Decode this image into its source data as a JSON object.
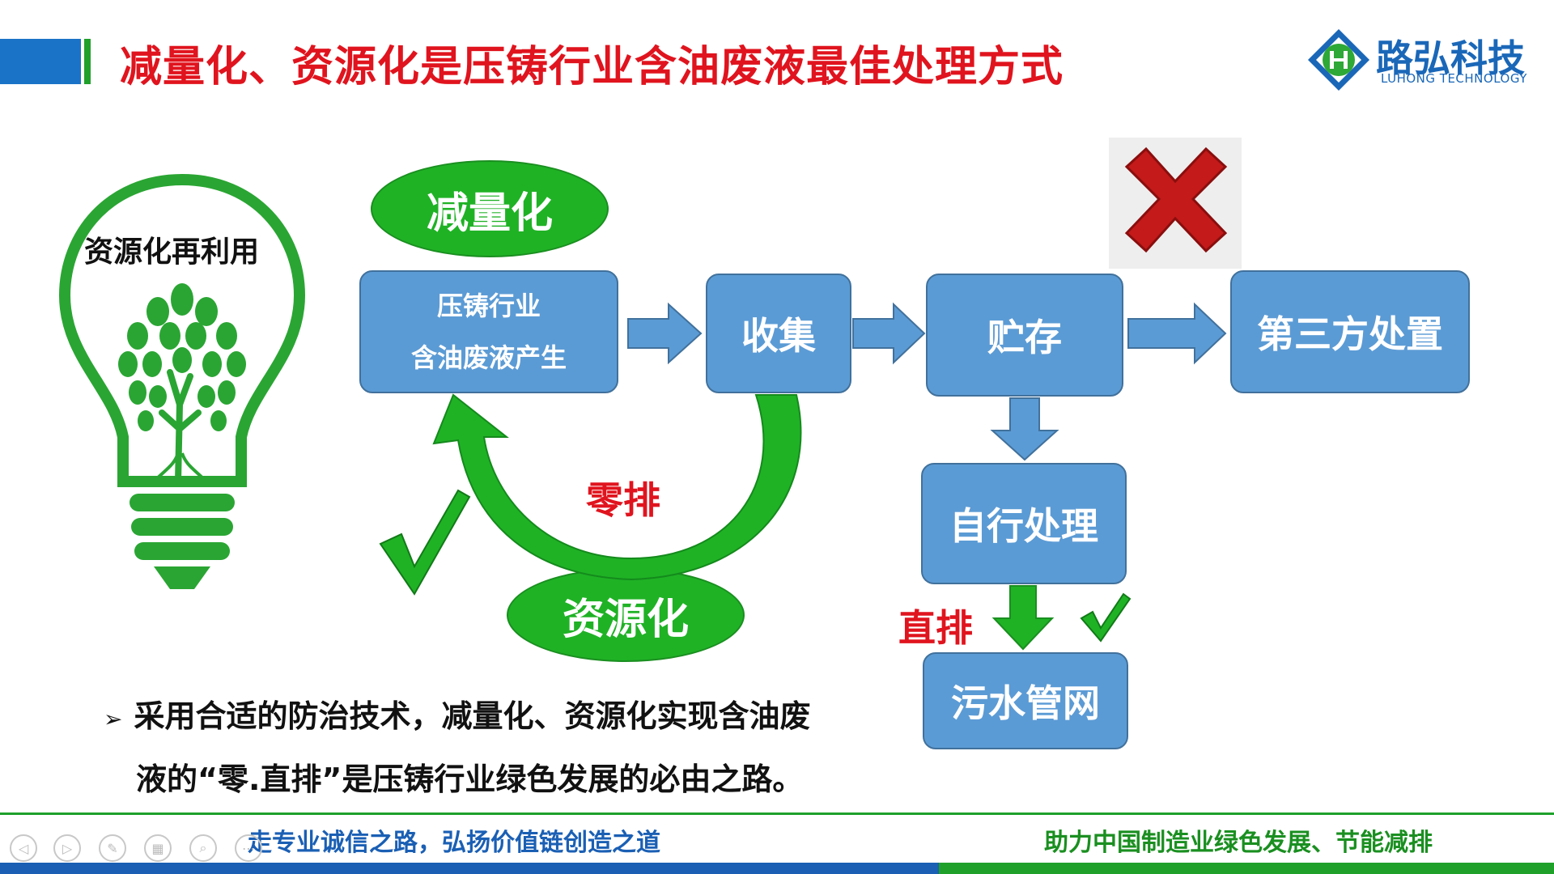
{
  "header": {
    "title": "减量化、资源化是压铸行业含油废液最佳处理方式",
    "logo_cn": "路弘科技",
    "logo_en": "LUHONG TECHNOLOGY"
  },
  "bulb": {
    "label": "资源化再利用"
  },
  "diagram": {
    "oval_top": "减量化",
    "oval_bottom": "资源化",
    "box_source_line1": "压铸行业",
    "box_source_line2": "含油废液产生",
    "box_collect": "收集",
    "box_store": "贮存",
    "box_third_party": "第三方处置",
    "box_self_treat": "自行处理",
    "box_sewer": "污水管网",
    "label_zero_discharge": "零排",
    "label_direct_discharge": "直排"
  },
  "bullet": {
    "line1": "采用合适的防治技术，减量化、资源化实现含油废",
    "line2": "液的“零.直排”是压铸行业绿色发展的必由之路。"
  },
  "footer": {
    "left": "走专业诚信之路，弘扬价值链创造之道",
    "right": "助力中国制造业绿色发展、节能减排"
  },
  "colors": {
    "title_red": "#e0141e",
    "box_blue": "#5b9bd5",
    "accent_green": "#1fb225",
    "brand_blue": "#1a67b8"
  }
}
